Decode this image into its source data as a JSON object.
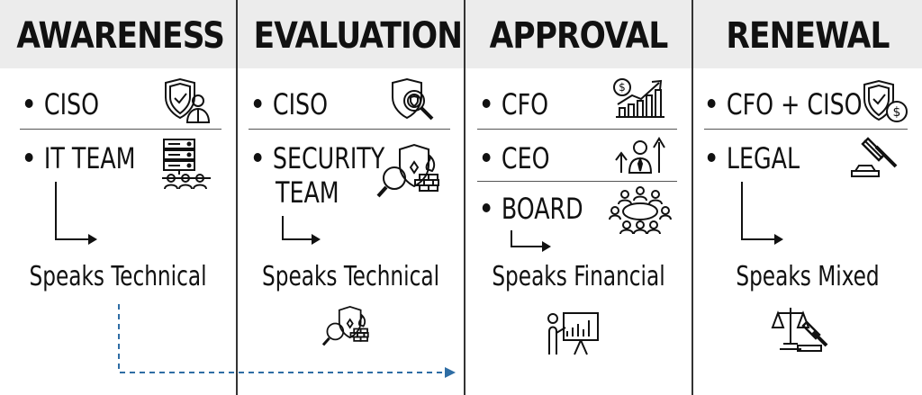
{
  "columns": [
    {
      "title": "AWARENESS",
      "roles": [
        {
          "label": "CISO",
          "icon": "shield-person-icon"
        },
        {
          "label": "IT TEAM",
          "icon": "server-team-icon"
        }
      ],
      "speaks": "Speaks Technical"
    },
    {
      "title": "EVALUATION",
      "roles": [
        {
          "label": "CISO",
          "icon": "shield-magnifier-icon"
        },
        {
          "label": "SECURITY",
          "label2": "TEAM",
          "icon": "firewall-magnifier-icon"
        }
      ],
      "speaks": "Speaks Technical",
      "footer_icon": "firewall-magnifier-icon"
    },
    {
      "title": "APPROVAL",
      "roles": [
        {
          "label": "CFO",
          "icon": "finance-growth-icon"
        },
        {
          "label": "CEO",
          "icon": "executive-growth-icon"
        },
        {
          "label": "BOARD",
          "icon": "board-table-icon"
        }
      ],
      "speaks": "Speaks Financial",
      "footer_icon": "presentation-chart-icon"
    },
    {
      "title": "RENEWAL",
      "roles": [
        {
          "label": "CFO + CISO",
          "icon": "shield-dollar-icon"
        },
        {
          "label": "LEGAL",
          "icon": "gavel-icon"
        }
      ],
      "speaks": "Speaks Mixed",
      "footer_icon": "scales-gavel-icon"
    }
  ],
  "colors": {
    "header_band": "#ececec",
    "line": "#333333",
    "dashed_arrow": "#2e6da4"
  }
}
